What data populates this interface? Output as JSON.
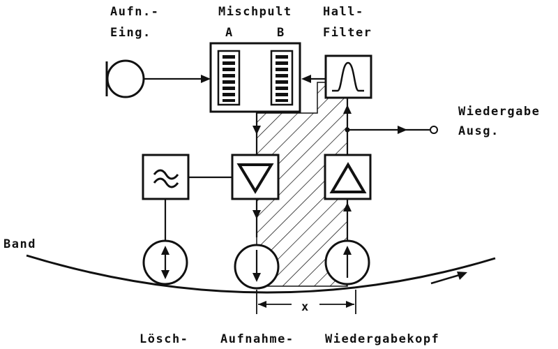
{
  "labels": {
    "aufn_1": "Aufn.-",
    "aufn_2": "Eing.",
    "mischpult": "Mischpult",
    "channel_a": "A",
    "channel_b": "B",
    "hall_1": "Hall-",
    "hall_2": "Filter",
    "wiedergabe_1": "Wiedergabe",
    "wiedergabe_2": "Ausg.",
    "band": "Band",
    "distance": "x",
    "loesch": "Lösch-",
    "aufnahme": "Aufnahme-",
    "wiedergabekopf": "Wiedergabekopf"
  },
  "colors": {
    "ink": "#111111",
    "paper": "#ffffff"
  },
  "icons": {
    "microphone": "microphone-icon",
    "mixer_fader": "fader-icon",
    "filter_curve": "bandpass-filter-icon",
    "erase_oscillator": "tilde-oscillator-icon",
    "record_amp": "triangle-down-amplifier-icon",
    "playback_amp": "triangle-up-amplifier-icon",
    "heads": "tape-head-icon",
    "output": "output-terminal-icon"
  }
}
